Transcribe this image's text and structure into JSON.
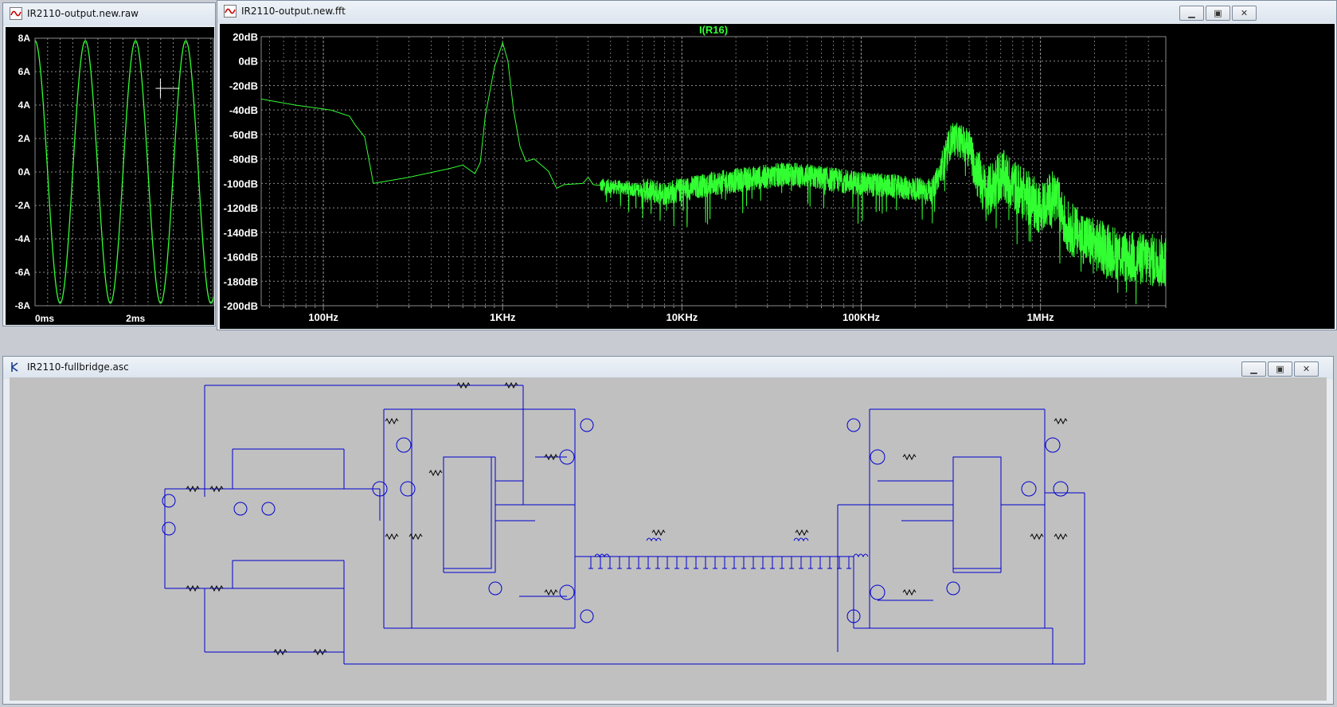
{
  "colors": {
    "trace": "#32ff32",
    "grid": "#8a8a8a",
    "wire": "#0000d0",
    "schematic_bg": "#c0c0c0",
    "axis_text": "#ffffff"
  },
  "win_raw": {
    "title": "IR2110-output.new.raw",
    "icon": "waveform-icon"
  },
  "win_fft": {
    "title": "IR2110-output.new.fft",
    "icon": "waveform-icon",
    "buttons": [
      "minimize-icon",
      "maximize-icon",
      "close-icon"
    ]
  },
  "win_sch": {
    "title": "IR2110-fullbridge.asc",
    "icon": "schematic-icon",
    "buttons": [
      "minimize-icon",
      "maximize-icon",
      "close-icon"
    ]
  },
  "chart_data": [
    {
      "type": "line",
      "title": "",
      "y_ticks": [
        "8A",
        "6A",
        "4A",
        "2A",
        "0A",
        "-2A",
        "-4A",
        "-6A",
        "-8A"
      ],
      "x_ticks": [
        "0ms",
        "2ms"
      ],
      "ylim": [
        -8,
        8
      ],
      "xlim": [
        0,
        3.55
      ],
      "series": [
        {
          "kind": "sine",
          "amplitude_A": 7.85,
          "frequency_Hz": 1000,
          "phase_deg": 90
        }
      ],
      "grid": true
    },
    {
      "type": "line",
      "title": "I(R16)",
      "x_scale": "log",
      "xlim": [
        45,
        5000000
      ],
      "ylim": [
        -200,
        20
      ],
      "y_ticks": [
        "20dB",
        "0dB",
        "-20dB",
        "-40dB",
        "-60dB",
        "-80dB",
        "-100dB",
        "-120dB",
        "-140dB",
        "-160dB",
        "-180dB",
        "-200dB"
      ],
      "x_ticks": [
        "100Hz",
        "1KHz",
        "10KHz",
        "100KHz",
        "1MHz"
      ],
      "grid": true,
      "series": [
        {
          "name": "I(R16)",
          "envelope": [
            [
              45,
              -31
            ],
            [
              70,
              -36
            ],
            [
              110,
              -40
            ],
            [
              140,
              -45
            ],
            [
              150,
              -52
            ],
            [
              170,
              -62
            ],
            [
              190,
              -100
            ],
            [
              300,
              -95
            ],
            [
              500,
              -88
            ],
            [
              600,
              -85
            ],
            [
              700,
              -92
            ],
            [
              750,
              -83
            ],
            [
              800,
              -45
            ],
            [
              900,
              -5
            ],
            [
              1000,
              15
            ],
            [
              1070,
              0
            ],
            [
              1150,
              -40
            ],
            [
              1250,
              -70
            ],
            [
              1350,
              -82
            ],
            [
              1500,
              -80
            ],
            [
              1800,
              -90
            ],
            [
              2000,
              -104
            ],
            [
              2200,
              -101
            ],
            [
              2800,
              -100
            ],
            [
              3000,
              -95
            ],
            [
              3200,
              -101
            ],
            [
              5000,
              -104
            ],
            [
              8000,
              -108
            ],
            [
              15000,
              -100
            ],
            [
              40000,
              -92
            ],
            [
              100000,
              -100
            ],
            [
              250000,
              -106
            ],
            [
              290000,
              -82
            ],
            [
              320000,
              -63
            ],
            [
              350000,
              -65
            ],
            [
              400000,
              -68
            ],
            [
              440000,
              -88
            ],
            [
              500000,
              -110
            ],
            [
              600000,
              -93
            ],
            [
              800000,
              -108
            ],
            [
              1000000,
              -120
            ],
            [
              1200000,
              -110
            ],
            [
              1400000,
              -135
            ],
            [
              2000000,
              -150
            ],
            [
              3000000,
              -160
            ],
            [
              5000000,
              -164
            ]
          ]
        }
      ]
    }
  ]
}
